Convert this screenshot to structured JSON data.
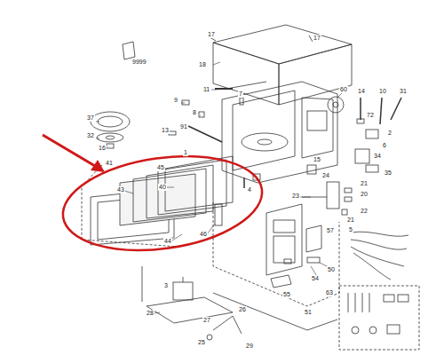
{
  "diagram": {
    "labels": [
      "9999",
      "17",
      "17",
      "18",
      "11",
      "7",
      "9",
      "8",
      "37",
      "32",
      "16",
      "13",
      "91",
      "1",
      "41",
      "45",
      "40",
      "43",
      "44",
      "46",
      "4",
      "60",
      "14",
      "10",
      "31",
      "72",
      "2",
      "6",
      "34",
      "15",
      "35",
      "24",
      "21",
      "20",
      "23",
      "22",
      "21",
      "57",
      "5",
      "50",
      "54",
      "55",
      "51",
      "63",
      "3",
      "28",
      "27",
      "25",
      "26",
      "29"
    ]
  }
}
